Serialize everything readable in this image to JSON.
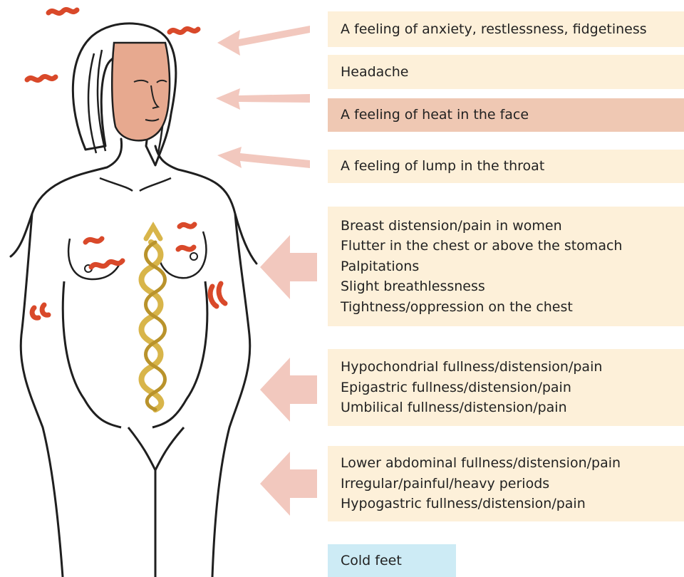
{
  "colors": {
    "box_cream": "#fdf0d9",
    "box_highlight": "#efc8b3",
    "box_cold": "#cdebf5",
    "arrow": "#f2c8be",
    "qi_squiggle": "#d9492a",
    "stagnation_chain": "#d8b54a",
    "skin": "#e7a98f"
  },
  "symptoms": [
    {
      "lines": [
        "A feeling of anxiety, restlessness, fidgetiness"
      ]
    },
    {
      "lines": [
        "Headache"
      ]
    },
    {
      "lines": [
        "A feeling of heat in the face"
      ]
    },
    {
      "lines": [
        "A feeling of lump in the throat"
      ]
    },
    {
      "lines": [
        "Breast distension/pain in women",
        "Flutter in the chest or above the stomach",
        "Palpitations",
        "Slight breathlessness",
        "Tightness/oppression on the chest"
      ]
    },
    {
      "lines": [
        "Hypochondrial fullness/distension/pain",
        "Epigastric fullness/distension/pain",
        "Umbilical fullness/distension/pain"
      ]
    },
    {
      "lines": [
        "Lower abdominal fullness/distension/pain",
        "Irregular/painful/heavy periods",
        "Hypogastric fullness/distension/pain"
      ]
    },
    {
      "lines": [
        "Cold feet"
      ]
    }
  ]
}
